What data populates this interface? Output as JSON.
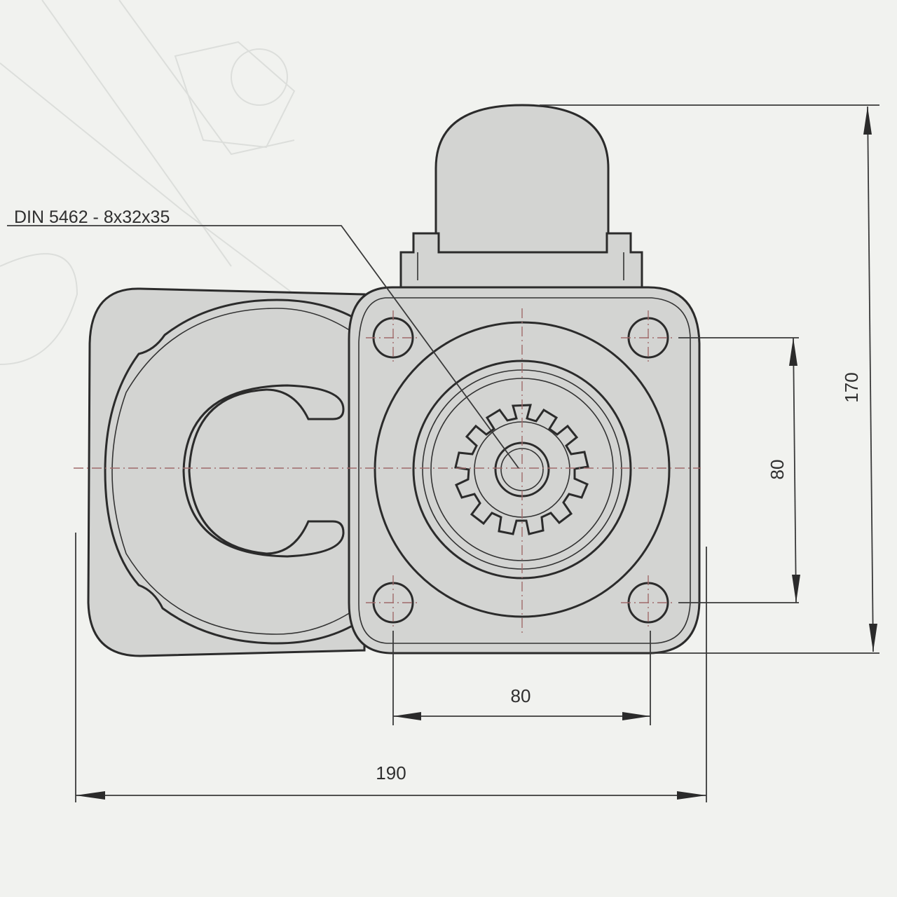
{
  "callout": {
    "spline_spec": "DIN 5462 - 8x32x35"
  },
  "dimensions": {
    "overall_height": "170",
    "bolt_vertical_spacing": "80",
    "bolt_horizontal_spacing": "80",
    "overall_width": "190"
  },
  "colors": {
    "paper": "#f1f2ef",
    "body_fill": "#d3d4d2",
    "outline": "#2b2b2b",
    "center_line": "#a06a6a"
  }
}
